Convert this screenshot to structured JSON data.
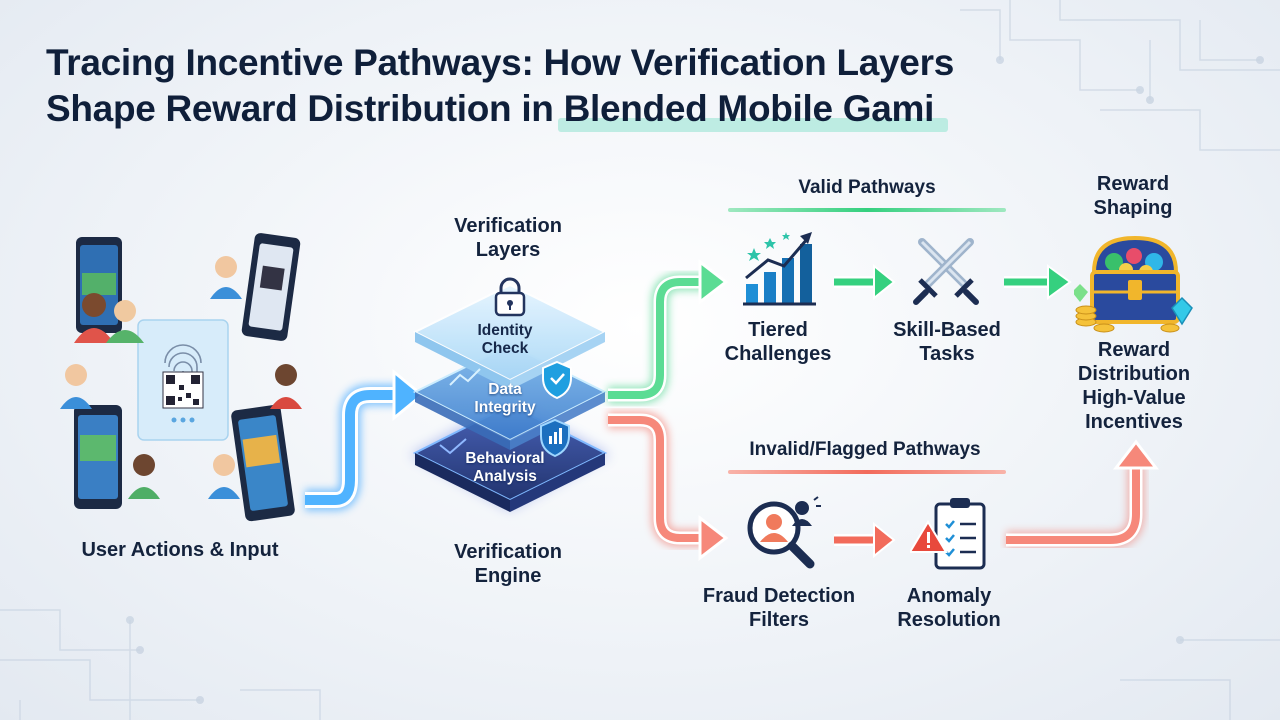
{
  "title": {
    "line1": "Tracing Incentive Pathways: How Verification Layers",
    "line2_prefix": "Shape Reward Distribution in ",
    "line2_highlight": "Blended Mobile Gami"
  },
  "user_section": {
    "label": "User Actions & Input"
  },
  "verification": {
    "top_label_1": "Verification",
    "top_label_2": "Layers",
    "layers": [
      {
        "line1": "Identity",
        "line2": "Check"
      },
      {
        "line1": "Data",
        "line2": "Integrity"
      },
      {
        "line1": "Behavioral",
        "line2": "Analysis"
      }
    ],
    "engine_label_1": "Verification",
    "engine_label_2": "Engine"
  },
  "valid": {
    "header": "Valid Pathways",
    "steps": [
      {
        "line1": "Tiered",
        "line2": "Challenges",
        "icon": "bar-chart-stars-icon"
      },
      {
        "line1": "Skill-Based",
        "line2": "Tasks",
        "icon": "crossed-swords-icon"
      }
    ]
  },
  "invalid": {
    "header": "Invalid/Flagged Pathways",
    "steps": [
      {
        "line1": "Fraud Detection",
        "line2": "Filters",
        "icon": "magnifier-user-icon"
      },
      {
        "line1": "Anomaly",
        "line2": "Resolution",
        "icon": "clipboard-warning-icon"
      }
    ]
  },
  "reward": {
    "top_1": "Reward",
    "top_2": "Shaping",
    "bottom": [
      "Reward",
      "Distribution",
      "High-Value",
      "Incentives"
    ]
  },
  "colors": {
    "valid": "#35d07f",
    "invalid": "#f26b5b",
    "engine": "#3da6ff",
    "text": "#14233d"
  }
}
